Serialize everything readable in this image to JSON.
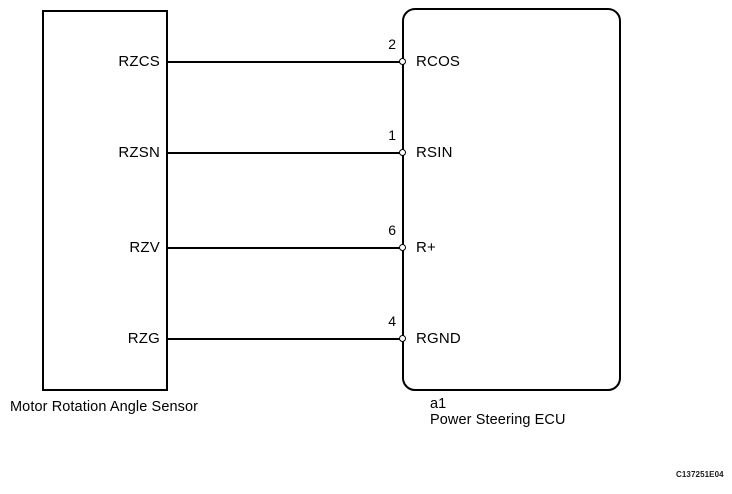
{
  "diagram": {
    "figure_code": "C137251E04",
    "line_color": "#000000",
    "background_color": "#ffffff",
    "sensor": {
      "caption": "Motor Rotation Angle Sensor",
      "terminals": [
        {
          "label": "RZCS"
        },
        {
          "label": "RZSN"
        },
        {
          "label": "RZV"
        },
        {
          "label": "RZG"
        }
      ]
    },
    "ecu": {
      "connector_id": "a1",
      "caption": "Power Steering ECU",
      "terminals": [
        {
          "pin": "2",
          "label": "RCOS"
        },
        {
          "pin": "1",
          "label": "RSIN"
        },
        {
          "pin": "6",
          "label": "R+"
        },
        {
          "pin": "4",
          "label": "RGND"
        }
      ]
    },
    "connections": [
      {
        "from": "RZCS",
        "to": "RCOS",
        "pin": "2"
      },
      {
        "from": "RZSN",
        "to": "RSIN",
        "pin": "1"
      },
      {
        "from": "RZV",
        "to": "R+",
        "pin": "6"
      },
      {
        "from": "RZG",
        "to": "RGND",
        "pin": "4"
      }
    ]
  }
}
